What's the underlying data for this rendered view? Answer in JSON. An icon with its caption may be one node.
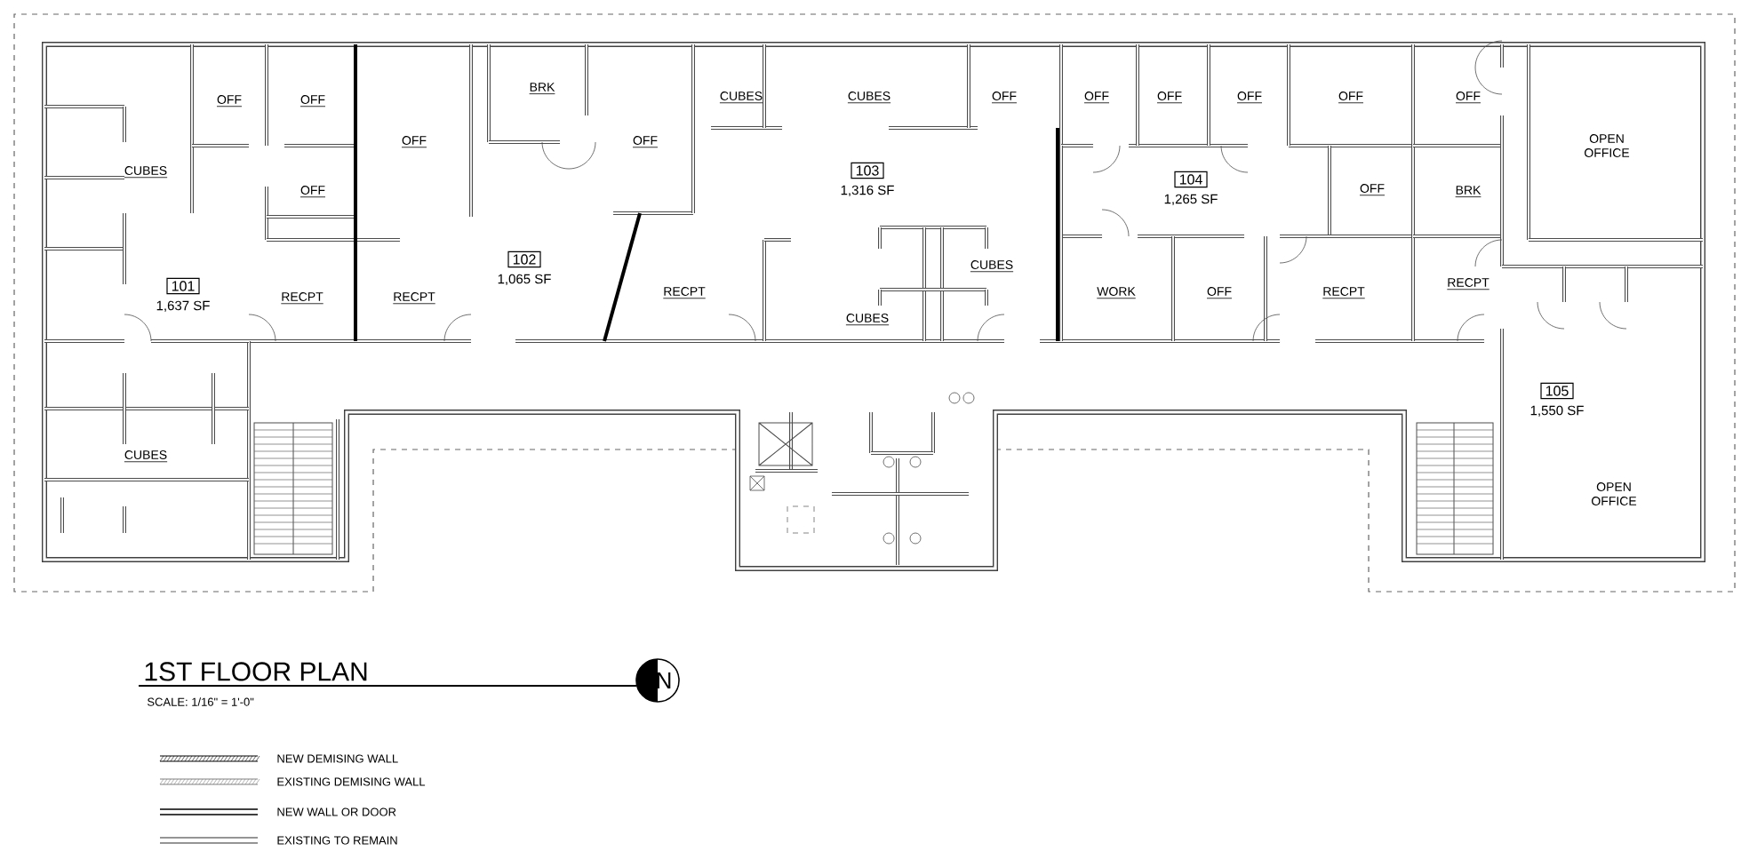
{
  "diagram": {
    "title": "1ST FLOOR PLAN",
    "nodes": [
      {
        "text": [
          "101"
        ],
        "beside": [
          "1,637 SF"
        ]
      },
      {
        "text": [
          "102"
        ],
        "beside": [
          "1,065 SF"
        ]
      },
      {
        "text": [
          "103"
        ],
        "beside": [
          "1,316 SF"
        ]
      },
      {
        "text": [
          "104"
        ],
        "beside": [
          "1,265 SF"
        ]
      },
      {
        "text": [
          "105"
        ],
        "beside": [
          "1,550 SF"
        ]
      },
      {
        "text": [
          "N"
        ]
      }
    ],
    "labels": [
      "OFF",
      "OFF",
      "BRK",
      "CUBES",
      "CUBES",
      "OFF",
      "OFF",
      "OFF",
      "OFF",
      "OFF",
      "OFF",
      "OFF",
      "OFF",
      "OPEN OFFICE",
      "CUBES",
      "OFF",
      "OFF",
      "BRK",
      "CUBES",
      "RECPT",
      "RECPT",
      "RECPT",
      "WORK",
      "OFF",
      "RECPT",
      "RECPT",
      "CUBES",
      "CUBES",
      "OPEN OFFICE",
      "SCALE: 1/16\" = 1'-0\""
    ],
    "legend": [
      {
        "text": "NEW DEMISING WALL"
      },
      {
        "text": "EXISTING DEMISING WALL"
      },
      {
        "text": "NEW WALL OR DOOR"
      },
      {
        "text": "EXISTING TO REMAIN"
      }
    ]
  }
}
